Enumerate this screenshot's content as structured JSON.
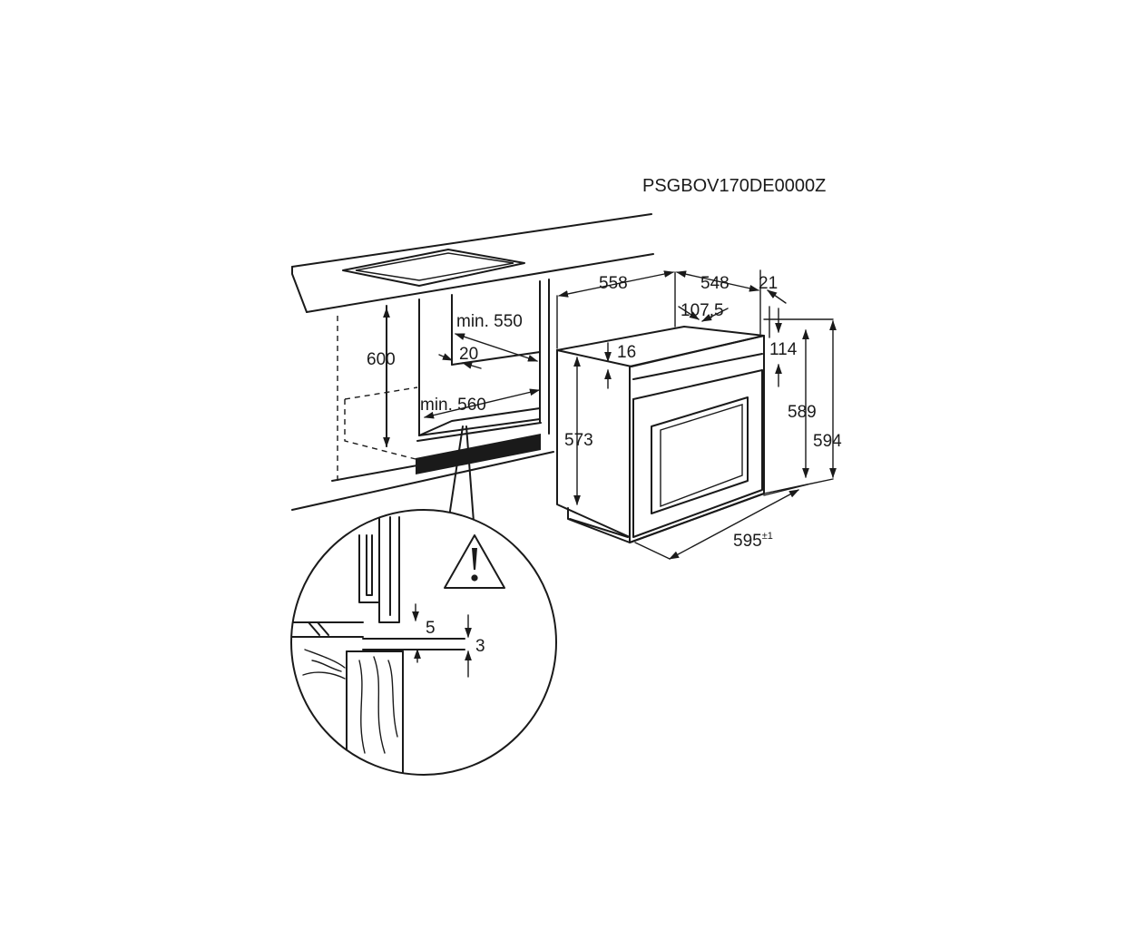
{
  "model_code": "PSGBOV170DE0000Z",
  "dimensions": {
    "cabinet_height": "600",
    "cabinet_depth_min": "min. 550",
    "cabinet_width_min": "min. 560",
    "back_gap": "20",
    "oven_depth_total": "558",
    "oven_body_depth": "548",
    "oven_front_depth": "21",
    "top_offset": "107,5",
    "panel_offset": "16",
    "control_panel_height": "114",
    "oven_body_height": "573",
    "door_height": "589",
    "oven_height_total": "594",
    "oven_width": "595",
    "oven_width_tolerance": "±1",
    "detail_gap_top": "5",
    "detail_gap_bottom": "3"
  },
  "icons": {
    "warning": "warning-triangle-icon"
  }
}
